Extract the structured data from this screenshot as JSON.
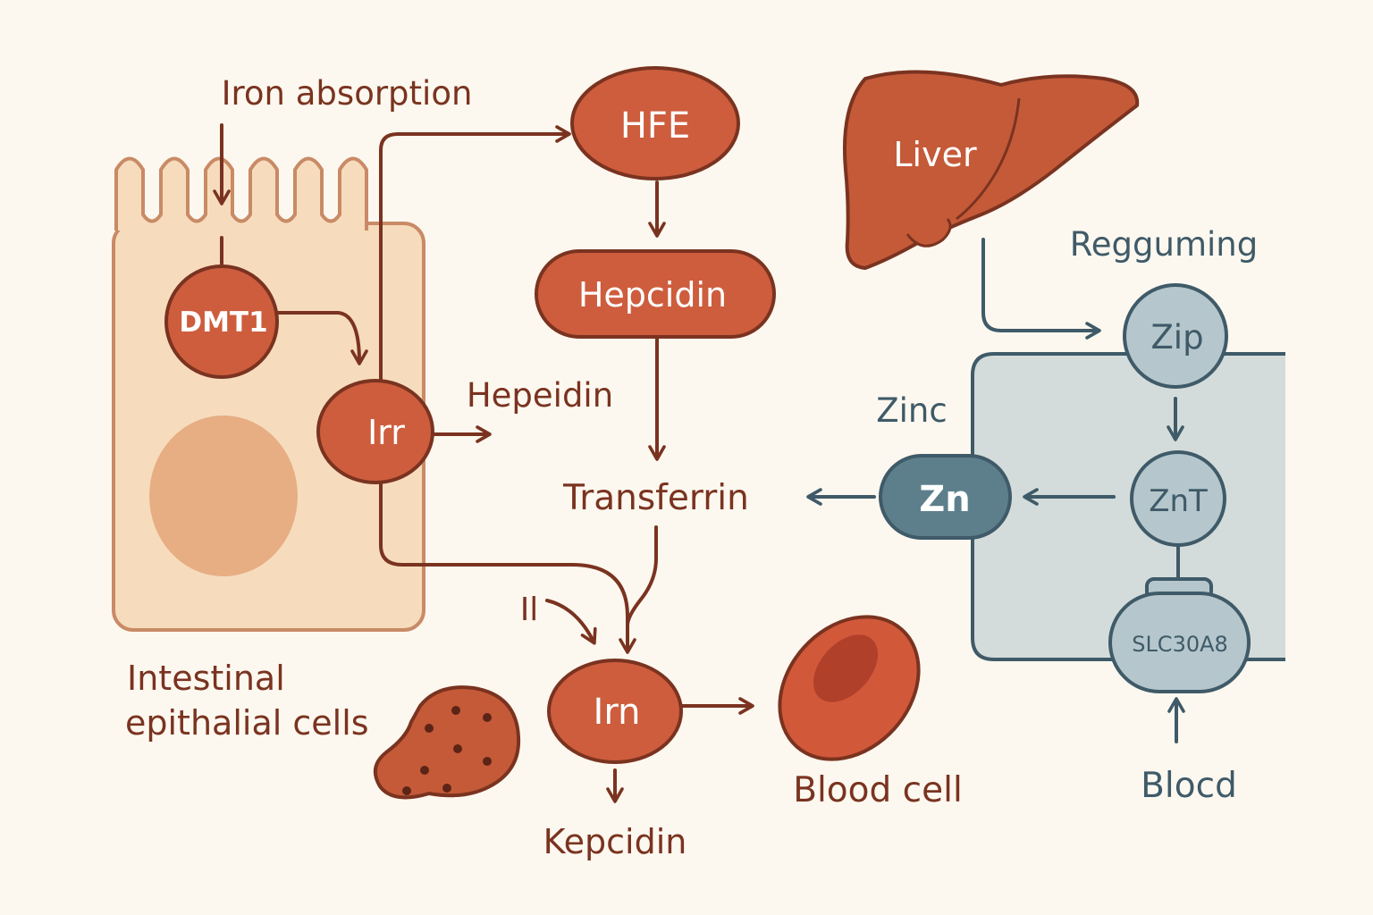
{
  "labels": {
    "iron_absorption": "Iron absorption",
    "dmt1": "DMT1",
    "irr": "Irr",
    "hepeidin": "Hepeidin",
    "hfe": "HFE",
    "hepcidin": "Hepcidin",
    "transferrin": "Transferrin",
    "irn": "Irn",
    "kepcidin": "Kepcidin",
    "inhibit_mark": "Il",
    "blood_cell": "Blood cell",
    "intestinal_line1": "Intestinal",
    "intestinal_line2": "epithalial cells",
    "liver": "Liver",
    "regguming": "Regguming",
    "zip": "Zip",
    "zinc": "Zinc",
    "zn": "Zn",
    "znt": "ZnT",
    "slc30a8": "SLC30A8",
    "blocd": "Blocd"
  },
  "colors": {
    "background": "#fcf8ef",
    "cell_fill": "#f6dcbc",
    "cell_stroke": "#c98a66",
    "nucleus": "#e7ad83",
    "node_fill": "#cd5d3d",
    "node_stroke": "#7a3320",
    "text_brown": "#7a3320",
    "zinc_panel": "#d3dcda",
    "zinc_stroke": "#3f5a68",
    "zinc_node_light": "#b5c7cc",
    "zinc_node_dark": "#5d7f8c",
    "liver": "#c55a38",
    "blood_cell": "#d2583a",
    "blood_core": "#b0402a"
  },
  "icons": {
    "liver": "liver-icon",
    "blood_cell": "red-blood-cell-icon",
    "granule_cell": "granule-cell-icon"
  }
}
